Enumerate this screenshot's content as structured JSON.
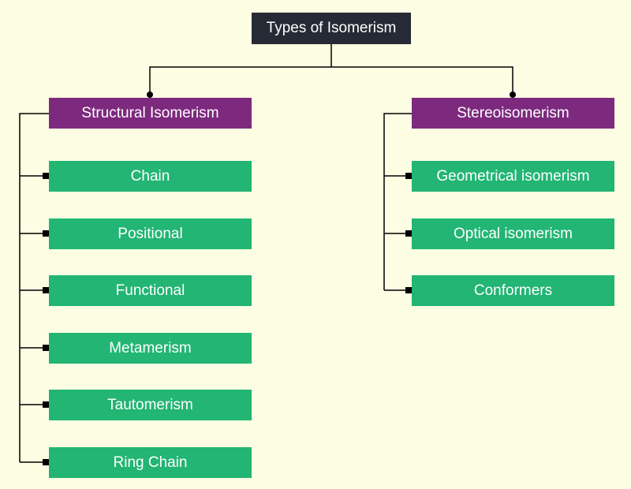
{
  "root": {
    "label": "Types of Isomerism",
    "color": "#262a35"
  },
  "branches": [
    {
      "label": "Structural Isomerism",
      "color": "#7d2a7e",
      "children": [
        "Chain",
        "Positional",
        "Functional",
        "Metamerism",
        "Tautomerism",
        "Ring Chain"
      ]
    },
    {
      "label": "Stereoisomerism",
      "color": "#7d2a7e",
      "children": [
        "Geometrical isomerism",
        "Optical isomerism",
        "Conformers"
      ]
    }
  ],
  "leaf_color": "#22b573",
  "background": "#fcfde3"
}
